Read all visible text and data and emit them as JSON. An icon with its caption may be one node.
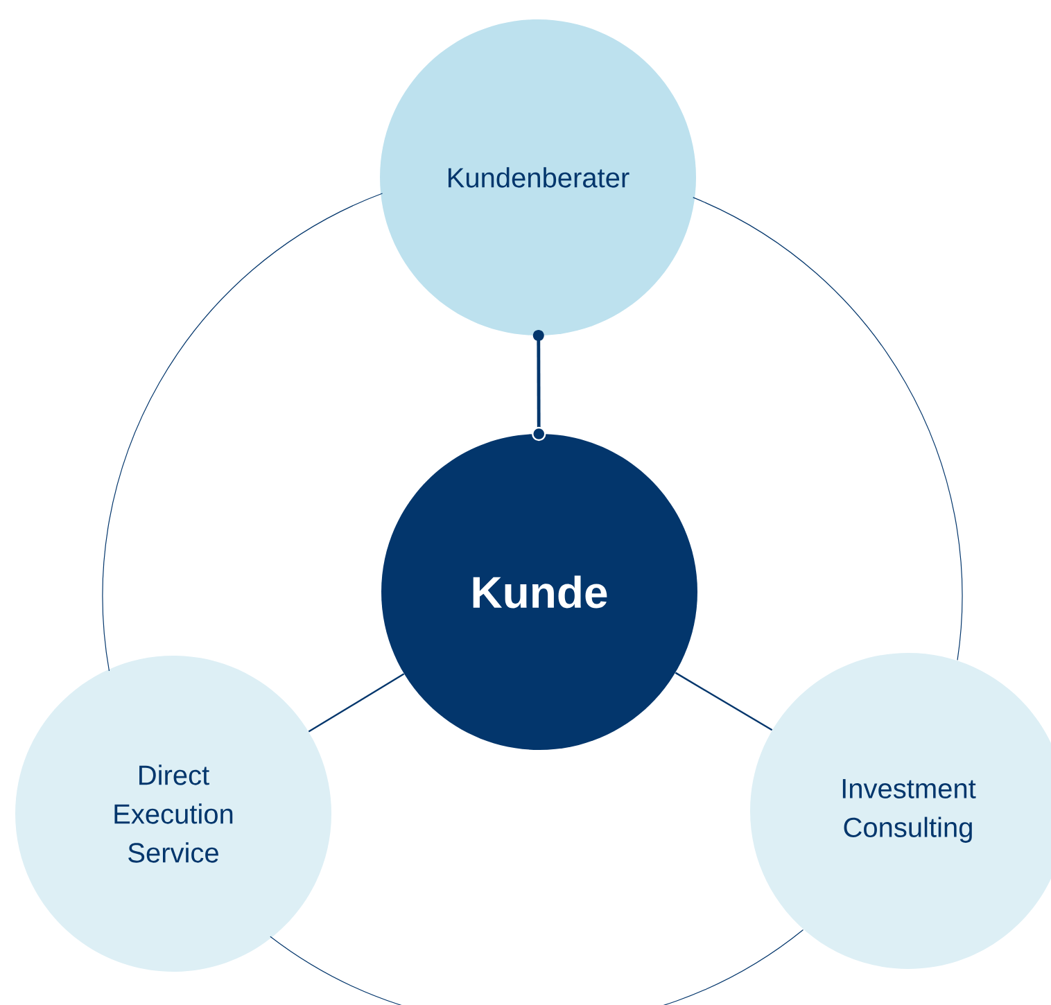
{
  "diagram": {
    "nodes": [
      {
        "text": [
          "Kundenberater"
        ]
      },
      {
        "text": [
          "Kunde"
        ]
      },
      {
        "text": [
          "Direct Execution Service"
        ]
      },
      {
        "text": [
          "Investment Consulting"
        ]
      }
    ],
    "edges": [
      {
        "from": 1,
        "to": 0,
        "arrow": "other",
        "style": "thick"
      },
      {
        "from": 1,
        "to": 2,
        "arrow": "none"
      },
      {
        "from": 1,
        "to": 3,
        "arrow": "none"
      },
      {
        "from": 0,
        "to": 3,
        "arrow": "none"
      },
      {
        "from": 3,
        "to": 2,
        "arrow": "none"
      },
      {
        "from": 2,
        "to": 0,
        "arrow": "none"
      }
    ]
  }
}
